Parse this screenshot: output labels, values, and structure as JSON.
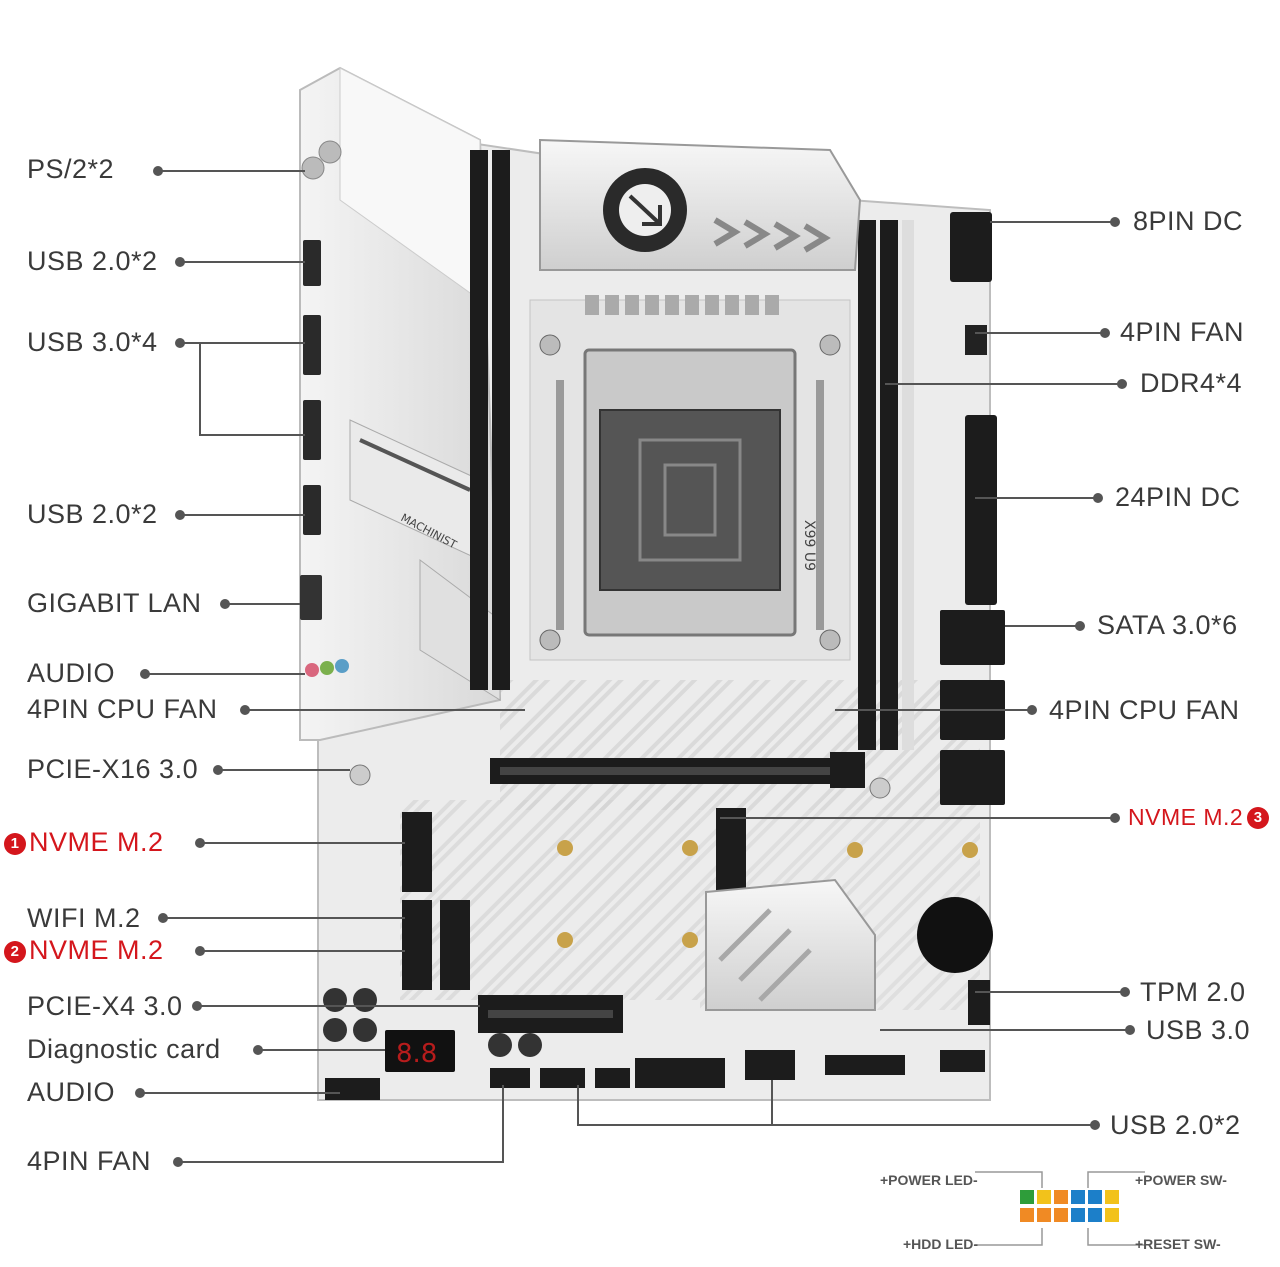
{
  "labels": {
    "left": [
      {
        "id": "ps2",
        "text": "PS/2*2"
      },
      {
        "id": "usb20a",
        "text": "USB 2.0*2"
      },
      {
        "id": "usb30",
        "text": "USB 3.0*4"
      },
      {
        "id": "usb20b",
        "text": "USB 2.0*2"
      },
      {
        "id": "lan",
        "text": "GIGABIT LAN"
      },
      {
        "id": "audio1",
        "text": "AUDIO"
      },
      {
        "id": "cpufan1",
        "text": "4PIN CPU FAN"
      },
      {
        "id": "pcie16",
        "text": "PCIE-X16 3.0"
      },
      {
        "id": "nvme1",
        "text": "NVME M.2",
        "badge": "1",
        "color": "red"
      },
      {
        "id": "wifi",
        "text": "WIFI M.2"
      },
      {
        "id": "nvme2",
        "text": "NVME M.2",
        "badge": "2",
        "color": "red"
      },
      {
        "id": "pcie4",
        "text": "PCIE-X4 3.0"
      },
      {
        "id": "diag",
        "text": "Diagnostic card"
      },
      {
        "id": "audio2",
        "text": "AUDIO"
      },
      {
        "id": "fan4l",
        "text": "4PIN FAN"
      }
    ],
    "right": [
      {
        "id": "dc8",
        "text": "8PIN DC"
      },
      {
        "id": "fan4r",
        "text": "4PIN FAN"
      },
      {
        "id": "ddr4",
        "text": "DDR4*4"
      },
      {
        "id": "dc24",
        "text": "24PIN DC"
      },
      {
        "id": "sata",
        "text": "SATA 3.0*6"
      },
      {
        "id": "cpufan2",
        "text": "4PIN CPU FAN"
      },
      {
        "id": "nvme3",
        "text": "NVME M.2",
        "badge": "3",
        "color": "red"
      },
      {
        "id": "tpm",
        "text": "TPM 2.0"
      },
      {
        "id": "usb30b",
        "text": "USB 3.0"
      },
      {
        "id": "usb20c",
        "text": "USB 2.0*2"
      }
    ]
  },
  "board": {
    "brand": "MACHINIST",
    "model": "X99 U9",
    "diag_display": "8.8"
  },
  "front_panel": {
    "power_led": "+POWER LED-",
    "hdd_led": "+HDD LED-",
    "power_sw": "+POWER SW-",
    "reset_sw": "+RESET SW-"
  },
  "colors": {
    "label": "#3a3a3a",
    "accent_red": "#d4161c",
    "board": "#ececec",
    "slot": "#1c1c1c"
  }
}
